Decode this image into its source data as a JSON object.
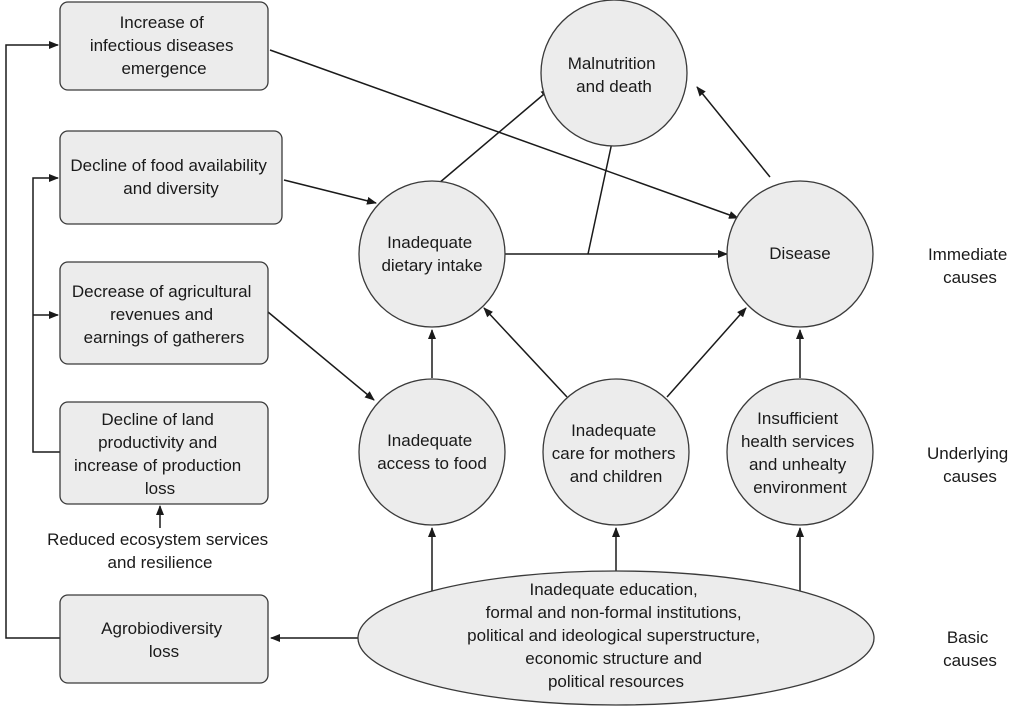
{
  "boxes": {
    "infectious": [
      "Increase of",
      "infectious diseases",
      "emergence"
    ],
    "food_availability": [
      "Decline of food availability",
      "and diversity"
    ],
    "agri_revenues": [
      "Decrease of agricultural",
      "revenues and",
      "earnings of gatherers"
    ],
    "land_productivity": [
      "Decline of land",
      "productivity and",
      "increase of production",
      "loss"
    ],
    "agrobiodiversity": [
      "Agrobiodiversity",
      "loss"
    ]
  },
  "circles": {
    "malnutrition": [
      "Malnutrition",
      "and death"
    ],
    "dietary": [
      "Inadequate",
      "dietary intake"
    ],
    "disease": [
      "Disease"
    ],
    "access_food": [
      "Inadequate",
      "access to food"
    ],
    "care": [
      "Inadequate",
      "care for mothers",
      "and children"
    ],
    "health": [
      "Insufficient",
      "health services",
      "and unhealty",
      "environment"
    ]
  },
  "ellipse": {
    "basic": [
      "Inadequate education,",
      "formal and non-formal institutions,",
      "political and ideological superstructure,",
      "economic structure and",
      "political resources"
    ]
  },
  "ecosystem_label": [
    "Reduced ecosystem services",
    "and resilience"
  ],
  "levels": {
    "immediate": [
      "Immediate",
      "causes"
    ],
    "underlying": [
      "Underlying",
      "causes"
    ],
    "basic": [
      "Basic",
      "causes"
    ]
  }
}
